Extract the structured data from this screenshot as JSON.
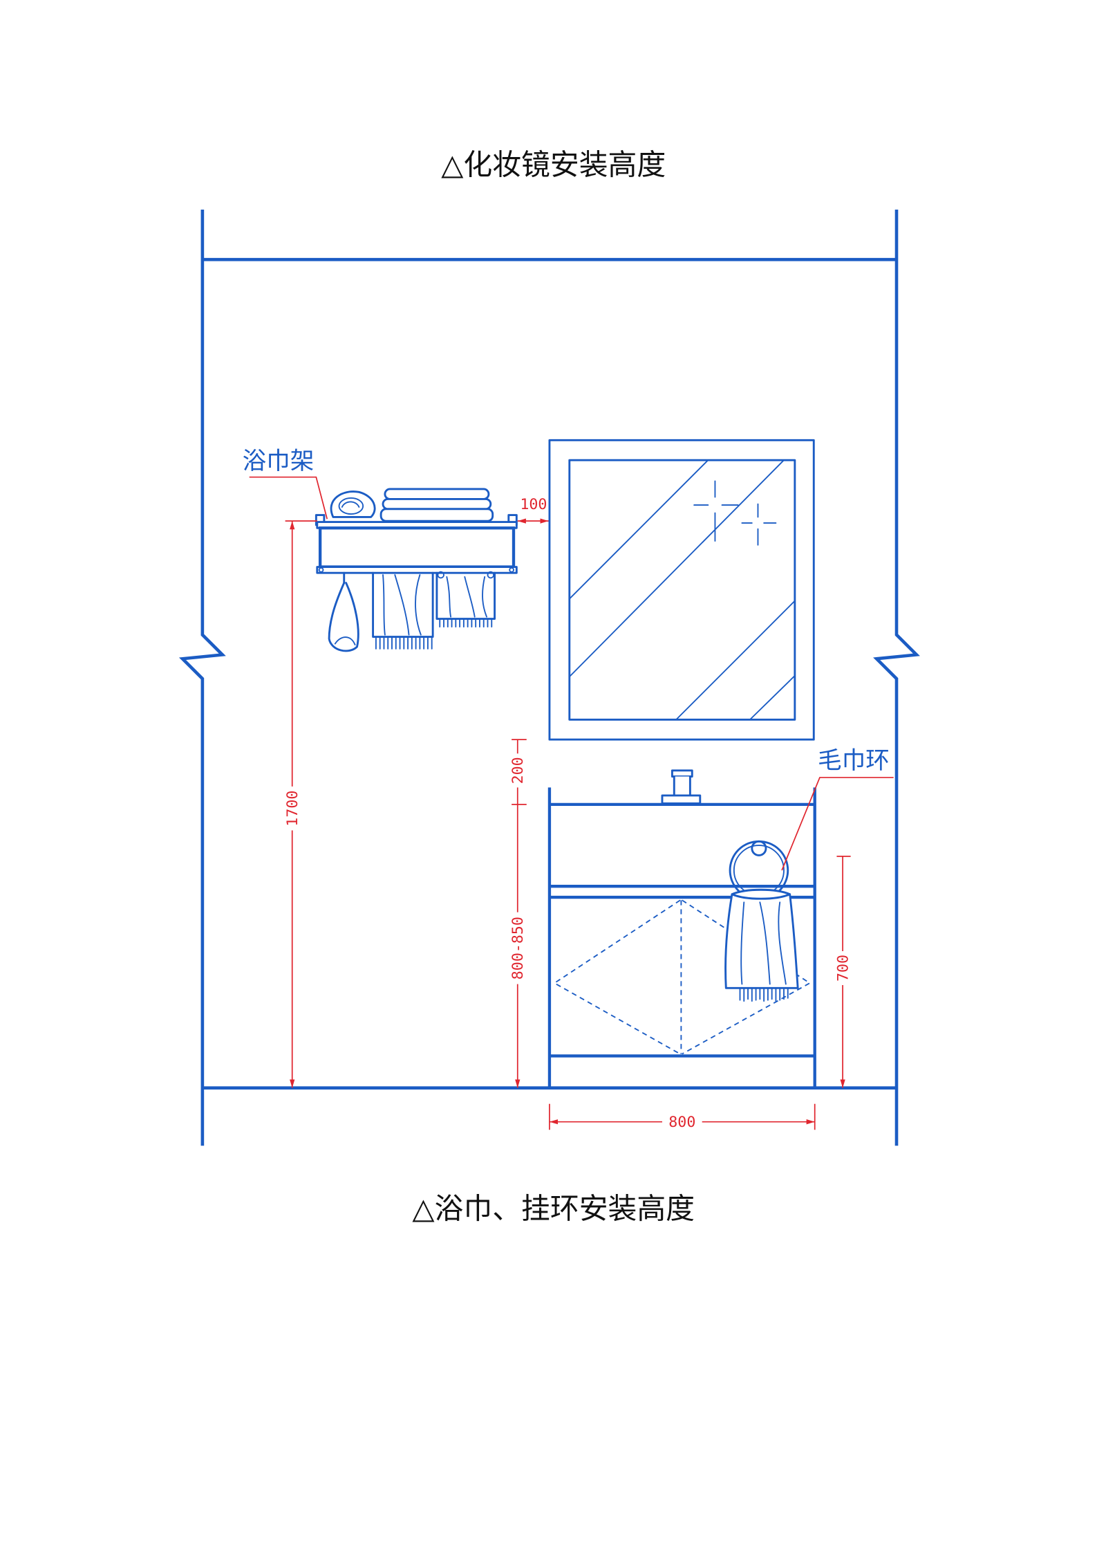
{
  "captions": {
    "top": "△化妆镜安装高度",
    "bottom": "△浴巾、挂环安装高度"
  },
  "labels": {
    "towel_rack": "浴巾架",
    "towel_ring": "毛巾环"
  },
  "dimensions": {
    "rack_height": "1700",
    "mirror_gap": "100",
    "mirror_to_counter": "200",
    "counter_height": "800-850",
    "ring_height": "700",
    "cabinet_width": "800"
  },
  "colors": {
    "line": "#1b5cc4",
    "dimension": "#e0262f",
    "text": "#111111"
  }
}
